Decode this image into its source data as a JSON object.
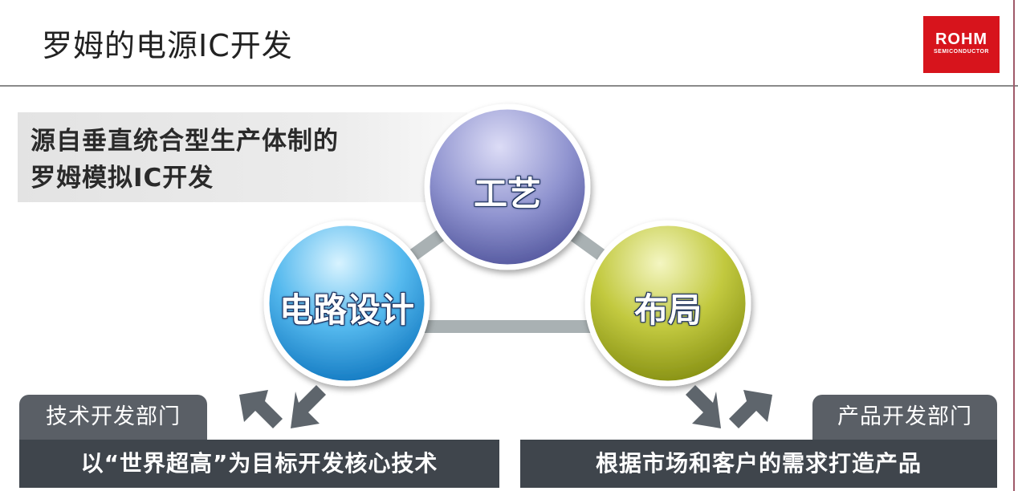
{
  "header": {
    "title": "罗姆的电源IC开发",
    "logo": {
      "main": "ROHM",
      "sub": "SEMICONDUCTOR",
      "color": "#d7141c"
    }
  },
  "banner": {
    "line1": "源自垂直统合型生产体制的",
    "line2": "罗姆模拟IC开发"
  },
  "diagram": {
    "circles": [
      {
        "id": "process",
        "label": "工艺",
        "color_top": "#c4c6ec",
        "color_bottom": "#5a5ea6"
      },
      {
        "id": "circuit",
        "label": "电路设计",
        "color_top": "#bfe8fb",
        "color_bottom": "#1787d0"
      },
      {
        "id": "layout",
        "label": "布局",
        "color_top": "#e9ec9a",
        "color_bottom": "#8f9a14"
      }
    ],
    "connector_color": "#a9b1b3"
  },
  "departments": {
    "left": {
      "tab": "技术开发部门",
      "mission": "以“世界超高”为目标开发核心技术"
    },
    "right": {
      "tab": "产品开发部门",
      "mission": "根据市场和客户的需求打造产品"
    }
  }
}
